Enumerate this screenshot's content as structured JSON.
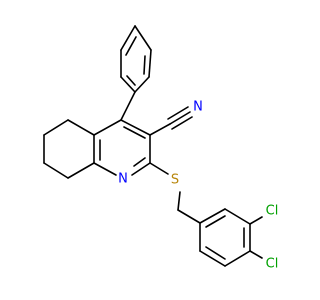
{
  "molecule": {
    "colors": {
      "carbon": "#000000",
      "nitrogen": "#0000ff",
      "sulfur": "#b8860b",
      "chlorine": "#00a000"
    },
    "labels": {
      "nitrile_n": "N",
      "pyridine_n": "N",
      "sulfur": "S",
      "chlorine_1": "Cl",
      "chlorine_2": "Cl"
    }
  }
}
